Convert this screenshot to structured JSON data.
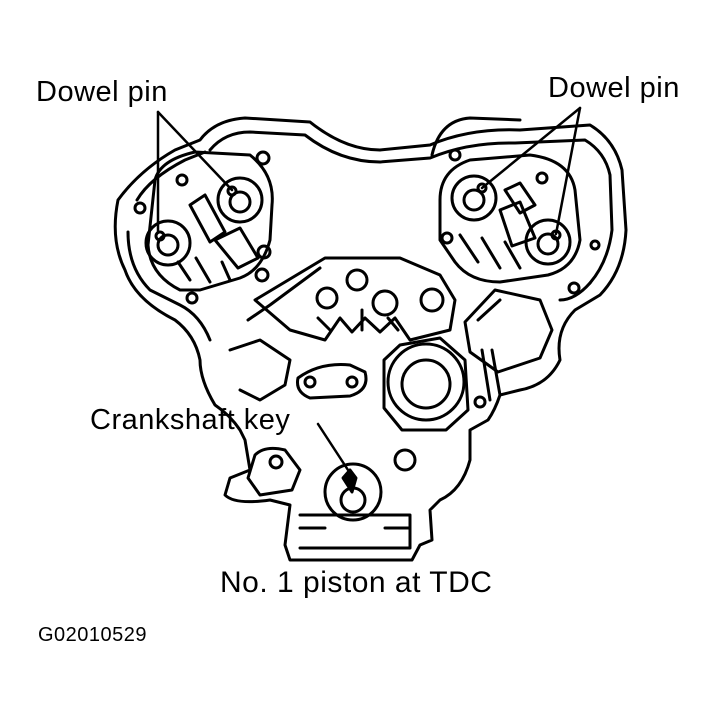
{
  "labels": {
    "dowel_pin_left": "Dowel pin",
    "dowel_pin_right": "Dowel pin",
    "crankshaft_key": "Crankshaft key",
    "caption": "No. 1 piston at TDC",
    "figure_id": "G02010529"
  },
  "colors": {
    "line": "#000000",
    "background": "#ffffff"
  }
}
